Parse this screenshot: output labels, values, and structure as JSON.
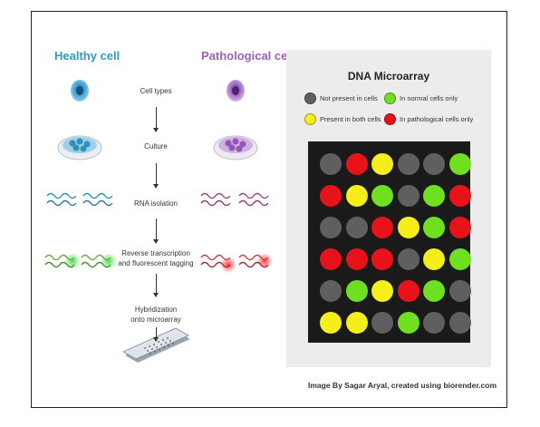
{
  "healthy_title": "Healthy cell",
  "pathological_title": "Pathological cell",
  "steps": [
    "Cell types",
    "Culture",
    "RNA isolation",
    "Reverse transcription\nand fluorescent tagging",
    "Hybridization\nonto microarray"
  ],
  "microarray": {
    "title": "DNA Microarray",
    "legend": [
      {
        "label": "Not present in cells",
        "color": "#5f5f5f"
      },
      {
        "label": "In normal cells only",
        "color": "#6fe01f"
      },
      {
        "label": "Present in both cells",
        "color": "#f4ee1a"
      },
      {
        "label": "In pathological cells only",
        "color": "#e8121a"
      }
    ],
    "rows": [
      [
        "gray",
        "red",
        "yellow",
        "gray",
        "gray",
        "green"
      ],
      [
        "red",
        "yellow",
        "green",
        "gray",
        "green",
        "red"
      ],
      [
        "gray",
        "gray",
        "red",
        "yellow",
        "green",
        "red"
      ],
      [
        "red",
        "red",
        "red",
        "gray",
        "yellow",
        "green"
      ],
      [
        "gray",
        "green",
        "yellow",
        "red",
        "green",
        "gray"
      ],
      [
        "yellow",
        "yellow",
        "gray",
        "green",
        "gray",
        "gray"
      ]
    ],
    "colors": {
      "gray": "#5f5f5f",
      "red": "#e8121a",
      "yellow": "#f4ee1a",
      "green": "#6fe01f"
    }
  },
  "credit": "Image By Sagar Aryal, created using biorender.com",
  "healthy_color": "#2f9bc0",
  "pathological_color": "#a15fb7"
}
